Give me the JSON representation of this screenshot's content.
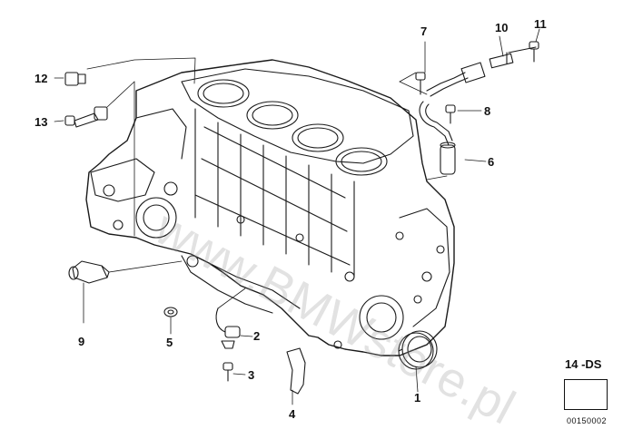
{
  "callouts": {
    "n1": "1",
    "n2": "2",
    "n3": "3",
    "n4": "4",
    "n5": "5",
    "n6": "6",
    "n7": "7",
    "n8": "8",
    "n9": "9",
    "n10": "10",
    "n11": "11",
    "n12": "12",
    "n13": "13"
  },
  "section_code": "14 -DS",
  "diagram_number": "00150002",
  "watermark": "www.BMWstore.pl",
  "icons": {
    "navigation": "arrow-icon"
  },
  "colors": {
    "line": "#1a1a1a",
    "background": "#ffffff",
    "watermark": "#9a9a9a"
  }
}
